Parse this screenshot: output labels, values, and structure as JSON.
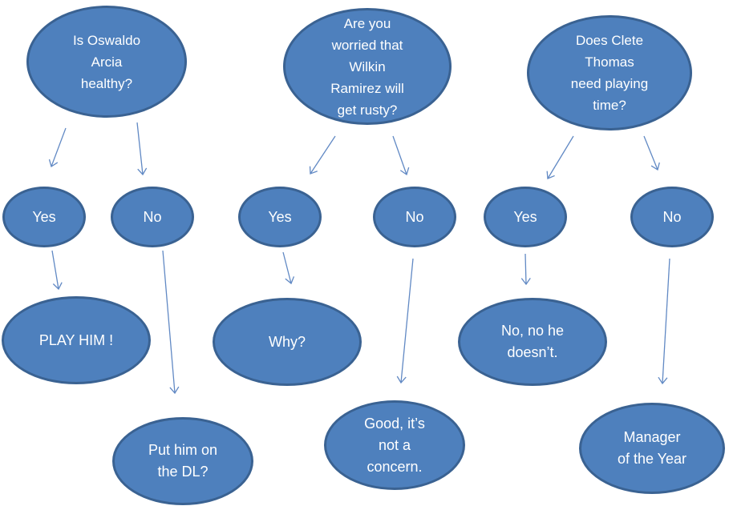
{
  "diagram": {
    "kind": "decision-tree-flowchart",
    "colors": {
      "node_fill": "#4e80bd",
      "node_border": "#3a6292",
      "arrow": "#6189c4",
      "text": "#ffffff",
      "background": "#ffffff"
    }
  },
  "trees": [
    {
      "question": "Is Oswaldo\nArcia\nhealthy?",
      "yes_label": "Yes",
      "no_label": "No",
      "yes_outcome": "PLAY HIM !",
      "no_outcome": "Put him on\nthe DL?"
    },
    {
      "question": "Are you\nworried that\nWilkin\nRamirez will\nget rusty?",
      "yes_label": "Yes",
      "no_label": "No",
      "yes_outcome": "Why?",
      "no_outcome": "Good, it’s\nnot a\nconcern."
    },
    {
      "question": "Does Clete\nThomas\nneed playing\ntime?",
      "yes_label": "Yes",
      "no_label": "No",
      "yes_outcome": "No, no he\ndoesn’t.",
      "no_outcome": "Manager\nof the Year"
    }
  ]
}
